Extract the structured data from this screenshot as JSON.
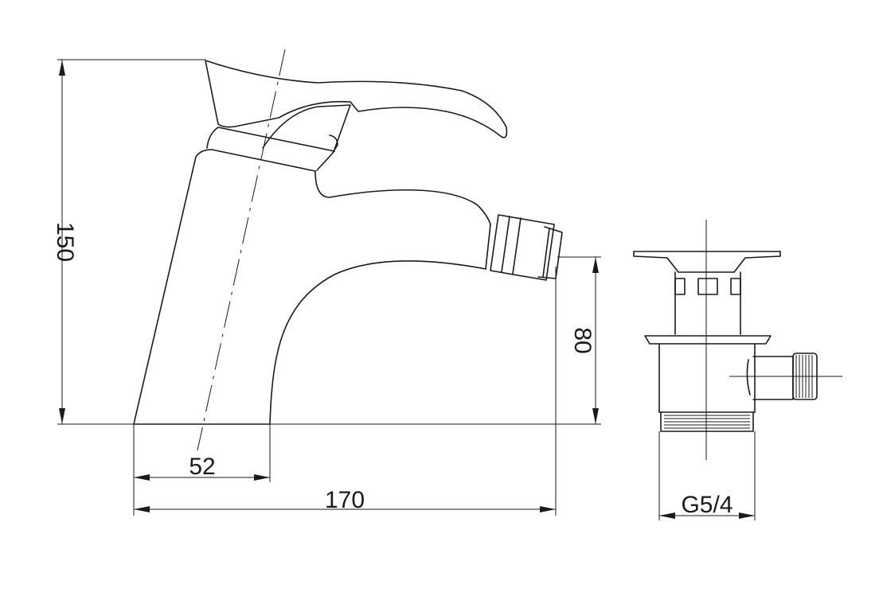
{
  "dimensions": {
    "height_total": "150",
    "height_spout": "80",
    "base_width": "52",
    "total_length": "170",
    "waste_thread": "G5/4"
  },
  "colors": {
    "line": "#1a1a1a",
    "background": "#ffffff"
  }
}
